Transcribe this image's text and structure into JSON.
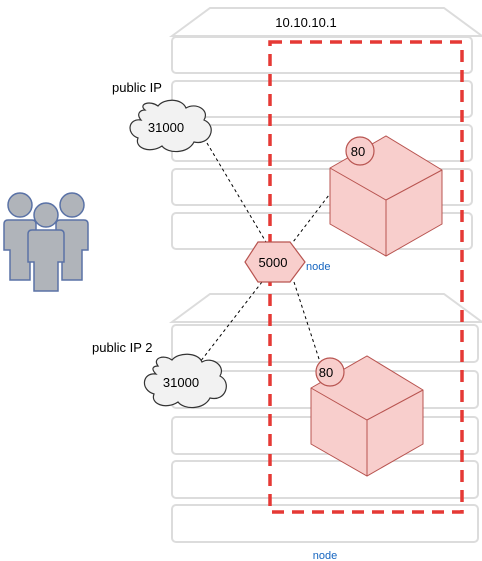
{
  "top_server": {
    "ip_label": "10.10.10.1"
  },
  "public_ip_1": {
    "label": "public IP",
    "port": "31000"
  },
  "public_ip_2": {
    "label": "public IP 2",
    "port": "31000"
  },
  "node_port": {
    "value": "5000",
    "label": "node"
  },
  "container_1": {
    "port": "80"
  },
  "container_2": {
    "port": "80"
  },
  "bottom_label": "node",
  "icons": {
    "users": "users-group-icon",
    "cloud": "cloud-icon",
    "cube": "cube-icon",
    "server": "server-rack-icon"
  },
  "colors": {
    "rack_stroke": "#dcdcdc",
    "dash_boundary": "#e53935",
    "cube_fill": "#f8cecc",
    "cube_stroke": "#b85450",
    "users_fill": "#b0b4ba",
    "users_stroke": "#5a72a6",
    "link_text": "#1565c0"
  }
}
